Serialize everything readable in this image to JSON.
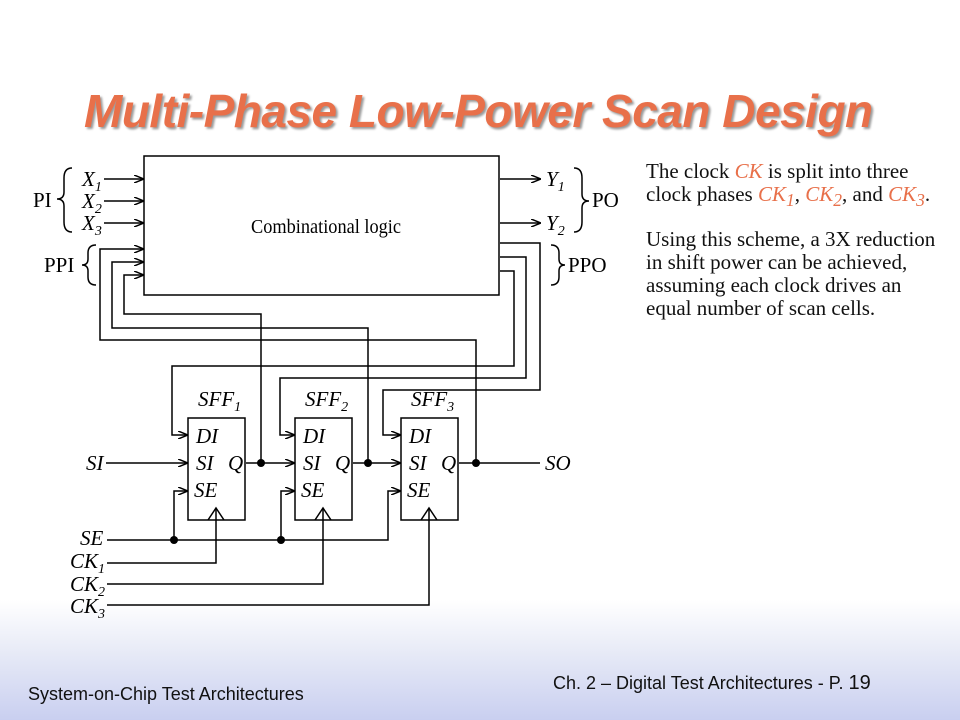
{
  "slide": {
    "title": "Multi-Phase Low-Power Scan Design",
    "paragraph1": {
      "t1": "The clock ",
      "ck": "CK",
      "t2": " is split into three clock phases ",
      "ck1": "CK",
      "ck1_sub": "1",
      "t3": ", ",
      "ck2": "CK",
      "ck2_sub": "2",
      "t4": ", and ",
      "ck3": "CK",
      "ck3_sub": "3",
      "t5": "."
    },
    "paragraph2": "Using this scheme, a 3X reduction in shift power can be achieved, assuming each clock drives an equal number of scan cells.",
    "accent_color": "#e8704a"
  },
  "diagram": {
    "block_label": "Combinational logic",
    "pi": "PI",
    "ppi": "PPI",
    "po": "PO",
    "ppo": "PPO",
    "inputs": [
      {
        "name": "X",
        "sub": "1"
      },
      {
        "name": "X",
        "sub": "2"
      },
      {
        "name": "X",
        "sub": "3"
      }
    ],
    "outputs": [
      {
        "name": "Y",
        "sub": "1"
      },
      {
        "name": "Y",
        "sub": "2"
      }
    ],
    "cells": [
      {
        "name": "SFF",
        "sub": "1"
      },
      {
        "name": "SFF",
        "sub": "2"
      },
      {
        "name": "SFF",
        "sub": "3"
      }
    ],
    "pins": {
      "di": "DI",
      "si": "SI",
      "se": "SE",
      "q": "Q"
    },
    "si": "SI",
    "so": "SO",
    "se": "SE",
    "clocks": [
      {
        "name": "CK",
        "sub": "1"
      },
      {
        "name": "CK",
        "sub": "2"
      },
      {
        "name": "CK",
        "sub": "3"
      }
    ]
  },
  "footer": {
    "left": "System-on-Chip Test Architectures",
    "right": "Ch. 2 – Digital Test Architectures - P. ",
    "page": "19"
  }
}
